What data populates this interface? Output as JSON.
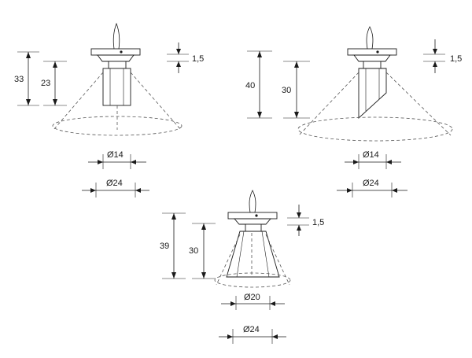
{
  "lamp_a": {
    "height_total": "33",
    "height_body": "23",
    "ring_thickness": "1,5",
    "diameter_body": "Ø14",
    "diameter_beam": "Ø24"
  },
  "lamp_b": {
    "height_total": "40",
    "height_body": "30",
    "ring_thickness": "1,5",
    "diameter_body": "Ø14",
    "diameter_beam": "Ø24"
  },
  "lamp_c": {
    "height_total": "39",
    "height_body": "30",
    "ring_thickness": "1,5",
    "diameter_body": "Ø20",
    "diameter_beam": "Ø24"
  }
}
